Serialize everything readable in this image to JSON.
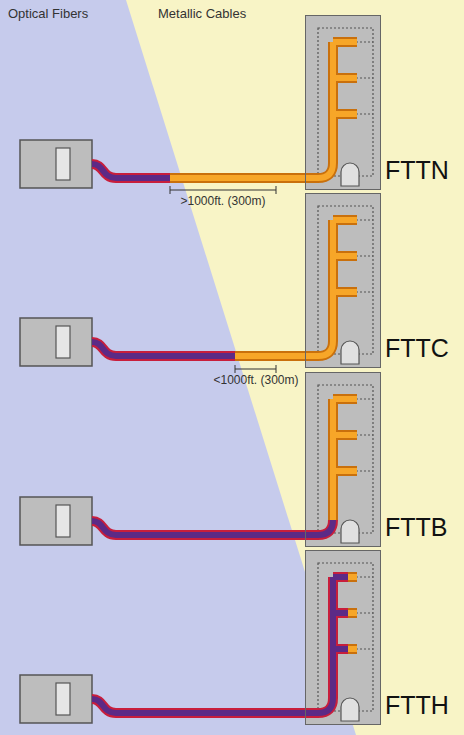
{
  "diagram": {
    "nodes": [
      {
        "text": [
          "FTTN"
        ]
      },
      {
        "text": [
          "FTTC"
        ]
      },
      {
        "text": [
          "FTTB"
        ]
      },
      {
        "text": [
          "FTTH"
        ]
      }
    ],
    "labels": [
      "Optical Fibers",
      "Metallic Cables",
      ">1000ft. (300m)",
      "<1000ft. (300m)"
    ]
  }
}
